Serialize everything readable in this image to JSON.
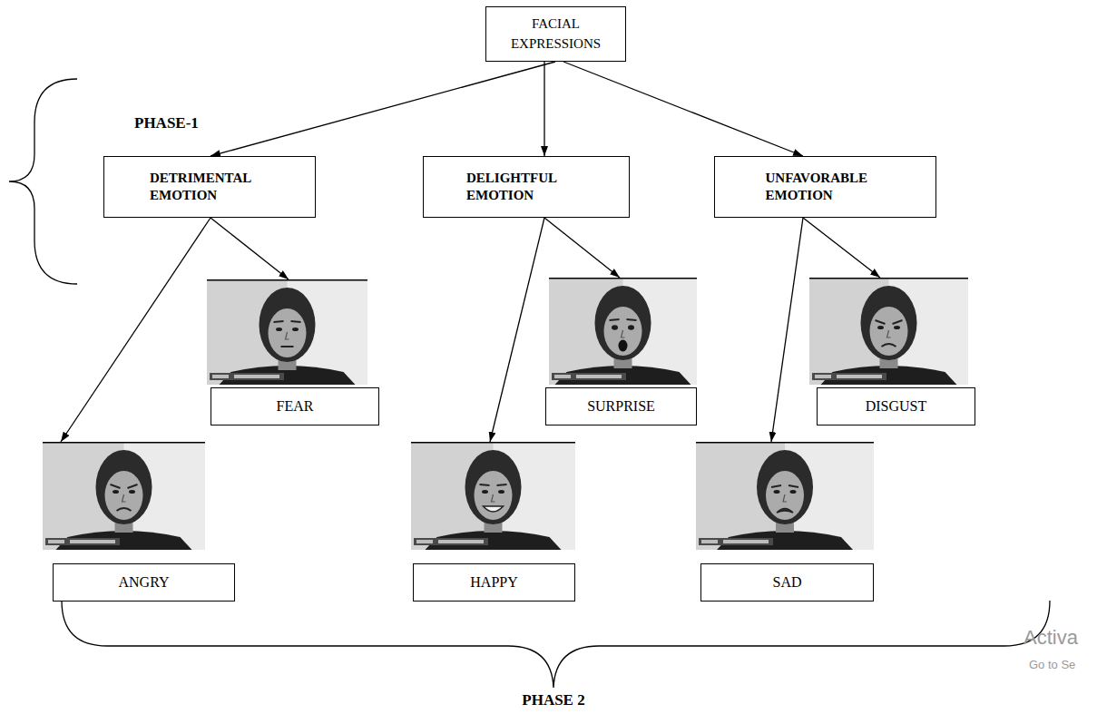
{
  "diagram": {
    "nodes": [
      {
        "text": [
          "FACIAL EXPRESSIONS"
        ]
      },
      {
        "text": [
          "DETRIMENTAL EMOTION"
        ]
      },
      {
        "text": [
          "DELIGHTFUL EMOTION"
        ]
      },
      {
        "text": [
          "UNFAVORABLE EMOTION"
        ]
      },
      {
        "text": [
          "FEAR"
        ]
      },
      {
        "text": [
          "SURPRISE"
        ]
      },
      {
        "text": [
          "DISGUST"
        ]
      },
      {
        "text": [
          "ANGRY"
        ]
      },
      {
        "text": [
          "HAPPY"
        ]
      },
      {
        "text": [
          "SAD"
        ]
      }
    ],
    "edges": [
      {
        "from": 0,
        "to": 1,
        "arrow": "to"
      },
      {
        "from": 0,
        "to": 2,
        "arrow": "to"
      },
      {
        "from": 0,
        "to": 3,
        "arrow": "to"
      },
      {
        "from": 1,
        "to": 4,
        "arrow": "to"
      },
      {
        "from": 1,
        "to": 7,
        "arrow": "to"
      },
      {
        "from": 2,
        "to": 5,
        "arrow": "to"
      },
      {
        "from": 2,
        "to": 8,
        "arrow": "to"
      },
      {
        "from": 3,
        "to": 6,
        "arrow": "to"
      },
      {
        "from": 3,
        "to": 9,
        "arrow": "to"
      }
    ],
    "labels": [
      "PHASE-1",
      "PHASE 2",
      "Activa",
      "Go to Se"
    ]
  }
}
